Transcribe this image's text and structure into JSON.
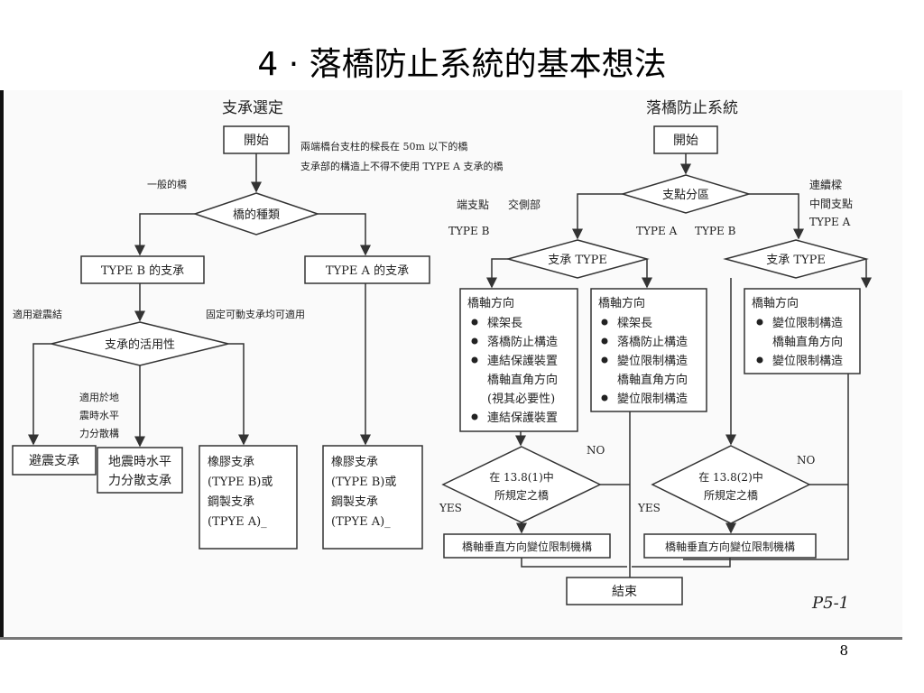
{
  "title": "4 · 落橋防止系統的基本想法",
  "page_number": "8",
  "handwritten_mark": "P5-1",
  "left": {
    "section_title": "支承選定",
    "start": "開始",
    "start_note_1": "兩端橋台支柱的樑長在 50m 以下的橋",
    "start_note_2": "支承部的構造上不得不使用 TYPE A 支承的橋",
    "general_bridge": "一般的橋",
    "bridge_type": "橋的種類",
    "type_b_bearing": "TYPE B  的支承",
    "type_a_bearing": "TYPE A  的支承",
    "seismic_isolation": "適用避震結",
    "fixed_movable": "固定可動支承均可適用",
    "bearing_usage": "支承的活用性",
    "distribution_label": [
      "適用於地",
      "震時水平",
      "力分散構"
    ],
    "isolation_bearing": "避震支承",
    "distribution_bearing": [
      "地震時水平",
      "力分散支承"
    ],
    "rubber_bearing_1": [
      "橡膠支承",
      "(TYPE B)或",
      "鋼製支承",
      "(TPYE A)_"
    ],
    "rubber_bearing_2": [
      "橡膠支承",
      "(TYPE B)或",
      "鋼製支承",
      "(TPYE A)_"
    ]
  },
  "right": {
    "section_title": "落橋防止系統",
    "start": "開始",
    "support_zone": "支點分區",
    "end_support": "端支點",
    "alternating": "交側部",
    "continuous_label": [
      "連續樑",
      "中間支點",
      "TYPE A"
    ],
    "type_b": "TYPE B",
    "type_a": "TYPE A",
    "type_b2": "TYPE B",
    "bearing_type_1": "支承 TYPE",
    "bearing_type_2": "支承 TYPE",
    "box1_header": "橋軸方向",
    "box1_items": [
      "樑架長",
      "落橋防止構造",
      "連結保護裝置",
      "橋軸直角方向",
      "(視其必要性)",
      "連結保護裝置"
    ],
    "box2_header": "橋軸方向",
    "box2_items": [
      "樑架長",
      "落橋防止構造",
      "變位限制構造",
      "橋軸直角方向",
      "變位限制構造"
    ],
    "box3_header": "橋軸方向",
    "box3_items": [
      "變位限制構造",
      "橋軸直角方向",
      "變位限制構造"
    ],
    "decision_1": [
      "在 13.8(1)中",
      "所規定之橋"
    ],
    "decision_2": [
      "在 13.8(2)中",
      "所規定之橋"
    ],
    "no": "NO",
    "yes": "YES",
    "mechanism_1": "橋軸垂直方向變位限制機構",
    "mechanism_2": "橋軸垂直方向變位限制機構",
    "end": "結束"
  }
}
